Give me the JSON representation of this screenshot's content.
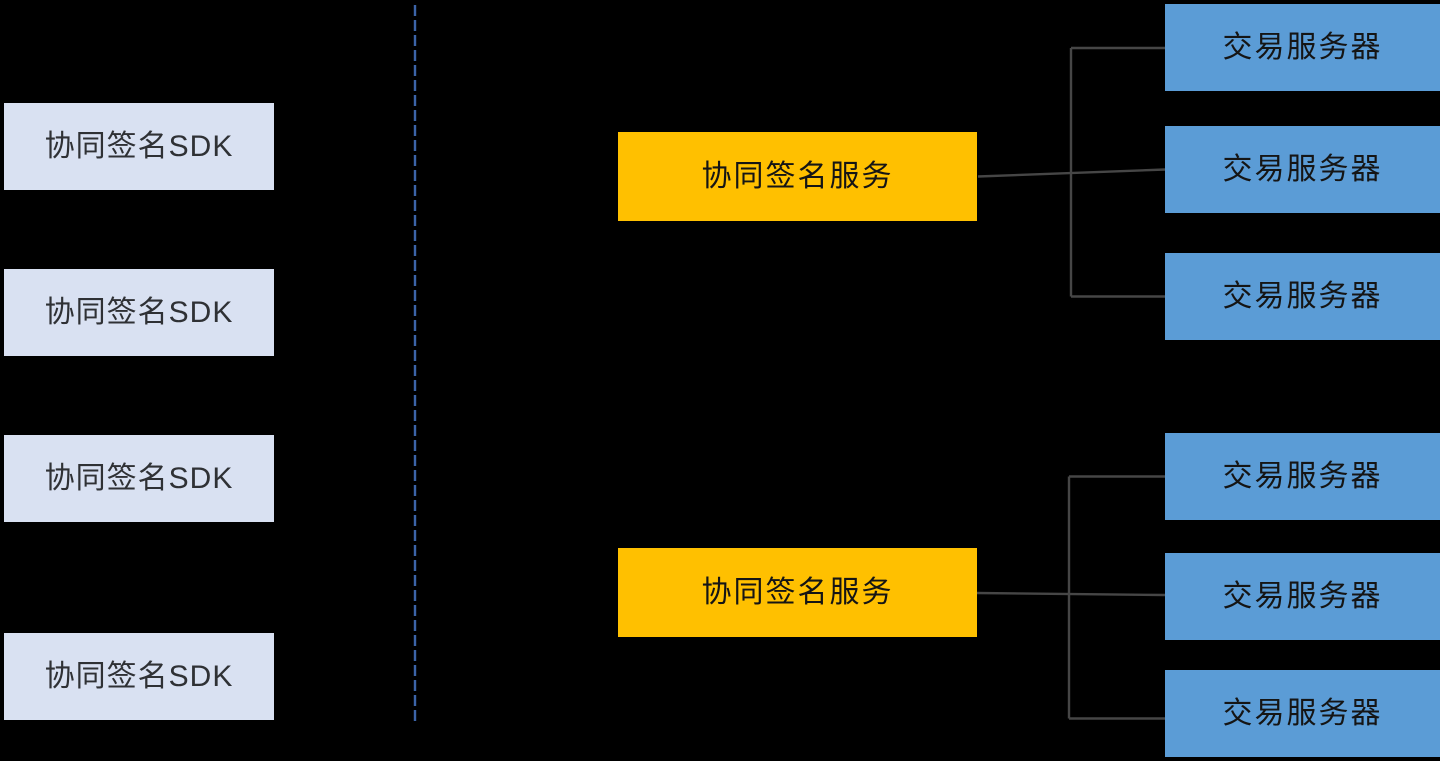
{
  "diagram": {
    "left_column": {
      "nodes": [
        {
          "label": "协同签名SDK"
        },
        {
          "label": "协同签名SDK"
        },
        {
          "label": "协同签名SDK"
        },
        {
          "label": "协同签名SDK"
        }
      ]
    },
    "middle_column": {
      "nodes": [
        {
          "label": "协同签名服务"
        },
        {
          "label": "协同签名服务"
        }
      ]
    },
    "right_column": {
      "nodes": [
        {
          "label": "交易服务器"
        },
        {
          "label": "交易服务器"
        },
        {
          "label": "交易服务器"
        },
        {
          "label": "交易服务器"
        },
        {
          "label": "交易服务器"
        },
        {
          "label": "交易服务器"
        }
      ]
    },
    "colors": {
      "background": "#000000",
      "sdk_fill": "#D9E1F2",
      "sdk_text": "#2F3135",
      "service_fill": "#FFC000",
      "service_text": "#151515",
      "server_fill": "#5B9CD6",
      "server_text": "#151515",
      "connector": "#464646",
      "divider": "#3C64A8"
    }
  }
}
